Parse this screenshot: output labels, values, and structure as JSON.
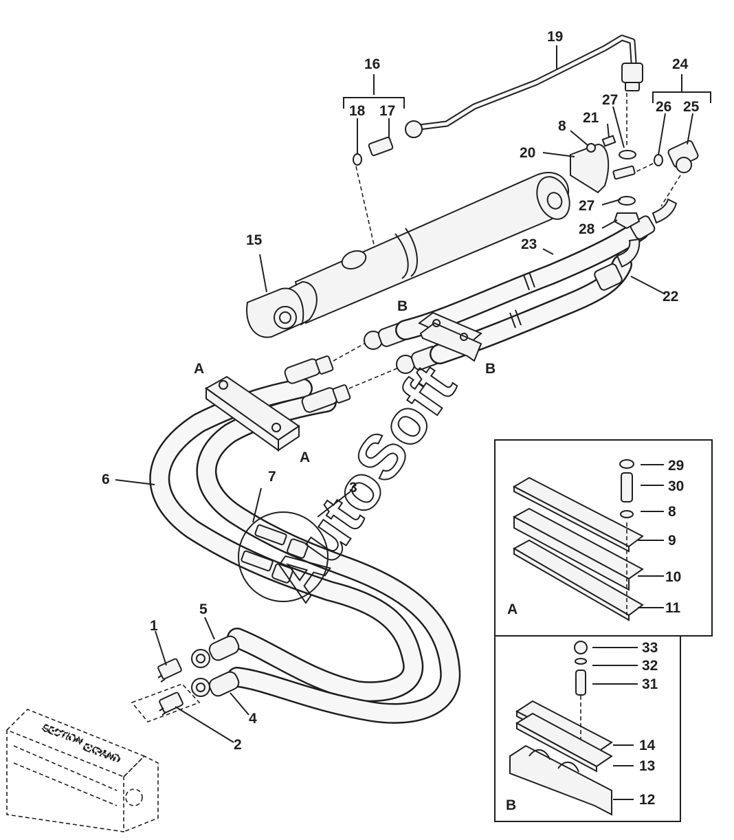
{
  "watermark": "AutoSoft",
  "detail_labels": {
    "A": "A",
    "B": "B"
  },
  "callouts": {
    "c1": "1",
    "c2": "2",
    "c3": "3",
    "c4": "4",
    "c5": "5",
    "c6": "6",
    "c7": "7",
    "c8": "8",
    "c8b": "8",
    "c9": "9",
    "c10": "10",
    "c11": "11",
    "c12": "12",
    "c13": "13",
    "c14": "14",
    "c15": "15",
    "c16": "16",
    "c17": "17",
    "c18": "18",
    "c19": "19",
    "c20": "20",
    "c21": "21",
    "c22": "22",
    "c23": "23",
    "c24": "24",
    "c25": "25",
    "c26": "26",
    "c27": "27",
    "c27b": "27",
    "c28": "28",
    "c29": "29",
    "c30": "30",
    "c31": "31",
    "c32": "32",
    "c33": "33"
  }
}
